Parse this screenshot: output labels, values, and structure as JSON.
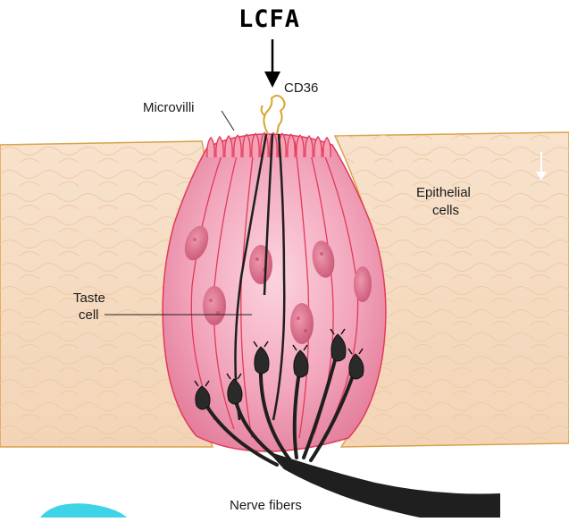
{
  "diagram": {
    "title": "LCFA",
    "labels": {
      "receptor": "CD36",
      "microvilli": "Microvilli",
      "epithelial_line1": "Epithelial",
      "epithelial_line2": "cells",
      "taste_line1": "Taste",
      "taste_line2": "cell",
      "nerve": "Nerve fibers"
    },
    "colors": {
      "epithelium": "#f6dcc2",
      "epithelium_edge": "#d8a24a",
      "taste_bud": "#f2a7bd",
      "cell_outline": "#e23a5a",
      "nucleus": "#d9708a",
      "nerve": "#1f1f1f",
      "receptor": "#d6a630",
      "corner_blob": "#3fd3e8"
    }
  }
}
